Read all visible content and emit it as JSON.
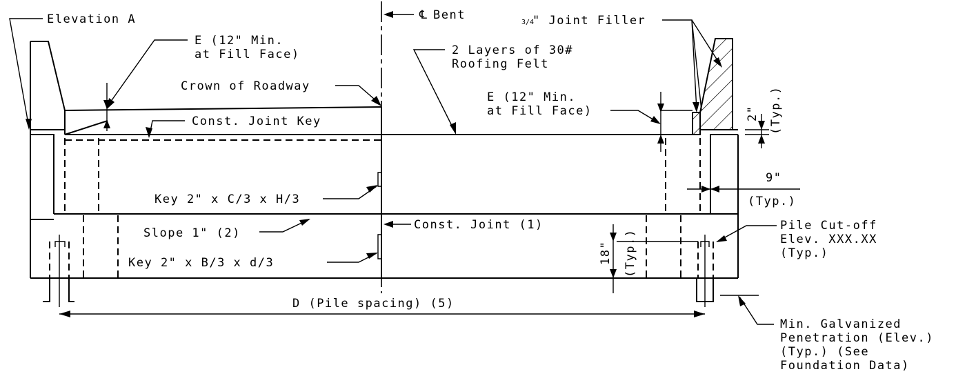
{
  "labels": {
    "elevation_a": "Elevation A",
    "e_min_left_1": "E (12\" Min.",
    "e_min_left_2": "at Fill Face)",
    "crown": "Crown of Roadway",
    "const_joint_key": "Const. Joint Key",
    "bent": "Bent",
    "bent_symbol": "℄",
    "roofing_1": "2 Layers of 30#",
    "roofing_2": "Roofing Felt",
    "joint_filler_frac": "3/4",
    "joint_filler": "\" Joint Filler",
    "e_min_right_1": "E (12\" Min.",
    "e_min_right_2": "at Fill Face)",
    "two_in": "2\"",
    "typ_2": "(Typ.)",
    "key_c": "Key 2\" x C/3 x H/3",
    "nine_in": "9\"",
    "typ_9": "(Typ.)",
    "slope": "Slope 1\" (2)",
    "const_joint": "Const. Joint (1)",
    "pile_cutoff_1": "Pile Cut-off",
    "pile_cutoff_2": "Elev. XXX.XX",
    "pile_cutoff_3": "(Typ.)",
    "eighteen_in": "18\"",
    "typ_18": "(Typ.)",
    "key_b": "Key 2\" x B/3 x d/3",
    "pile_spacing": "D (Pile spacing) (5)",
    "min_galv_1": "Min. Galvanized",
    "min_galv_2": "Penetration (Elev.)",
    "min_galv_3": "(Typ.) (See",
    "min_galv_4": "Foundation Data)"
  }
}
